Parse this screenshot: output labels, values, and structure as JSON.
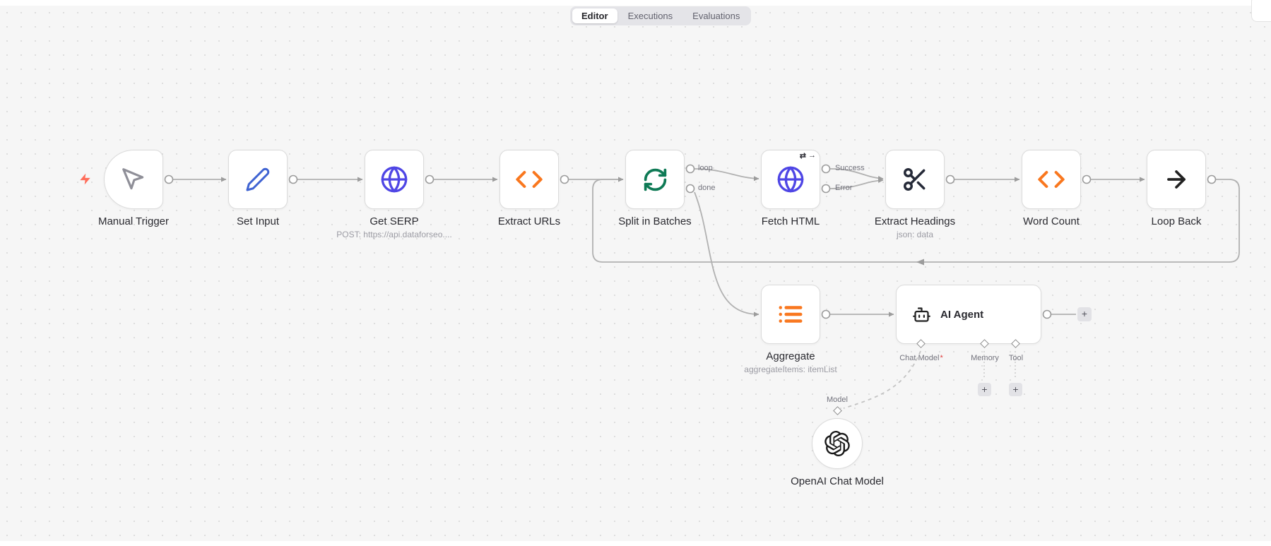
{
  "tabs": {
    "editor": "Editor",
    "executions": "Executions",
    "evaluations": "Evaluations"
  },
  "nodes": {
    "manual_trigger": {
      "label": "Manual Trigger"
    },
    "set_input": {
      "label": "Set Input"
    },
    "get_serp": {
      "label": "Get SERP",
      "subtitle": "POST: https://api.dataforseo...."
    },
    "extract_urls": {
      "label": "Extract URLs"
    },
    "split_in_batches": {
      "label": "Split in Batches",
      "outputs": {
        "loop": "loop",
        "done": "done"
      }
    },
    "fetch_html": {
      "label": "Fetch HTML",
      "outputs": {
        "success": "Success",
        "error": "Error"
      }
    },
    "extract_headings": {
      "label": "Extract Headings",
      "subtitle": "json: data"
    },
    "word_count": {
      "label": "Word Count"
    },
    "loop_back": {
      "label": "Loop Back"
    },
    "aggregate": {
      "label": "Aggregate",
      "subtitle": "aggregateItems: itemList"
    },
    "ai_agent": {
      "label": "AI Agent",
      "ports": {
        "chat_model": "Chat Model",
        "chat_model_required": "*",
        "memory": "Memory",
        "tool": "Tool"
      }
    },
    "openai_chat_model": {
      "label": "OpenAI Chat Model",
      "port": "Model"
    }
  },
  "ui": {
    "plus": "+",
    "retry_icon": "⇄",
    "continue_icon": "→"
  },
  "colors": {
    "canvas_bg": "#f6f6f6",
    "wire": "#b1b1b1",
    "trigger_zap": "#ff6d5a",
    "pencil_blue": "#3f63d2",
    "globe_indigo": "#4f46e5",
    "code_orange": "#f9771e",
    "loop_green": "#0e7a55",
    "scissors_navy": "#252a38",
    "arrow_black": "#222222",
    "required_red": "#e03c3c"
  }
}
